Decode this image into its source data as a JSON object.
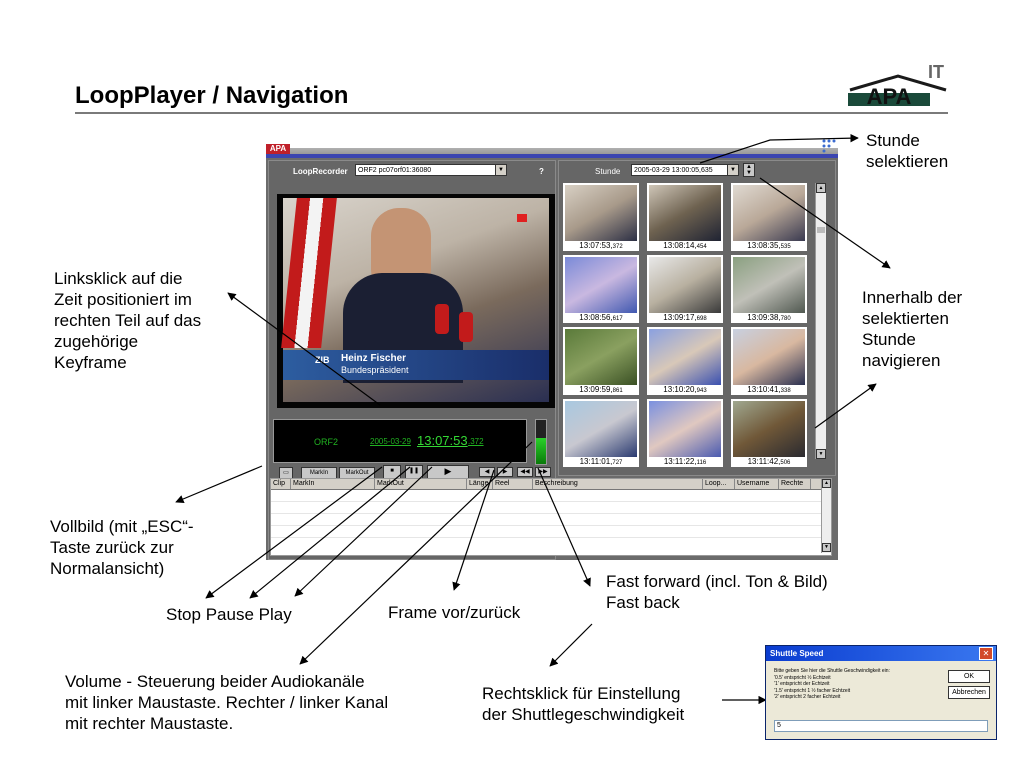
{
  "slide": {
    "title": "LoopPlayer / Navigation",
    "logo_text": "APA",
    "logo_sup": "IT"
  },
  "app": {
    "logo_text": "APA",
    "recorder_label": "LoopRecorder",
    "recorder_value": "ORF2 pc07orf01:36080",
    "help_label": "?",
    "video": {
      "name": "Heinz Fischer",
      "role": "Bundespräsident",
      "channel_logo": "ZIB"
    },
    "timebar": {
      "channel": "ORF2",
      "date": "2005-03-29",
      "time": "13:07:53",
      "ms": ".372"
    },
    "buttons": {
      "mark_in": "MarkIn",
      "mark_out": "MarkOut"
    },
    "hour_label": "Stunde",
    "hour_value": "2005-03-29 13:00:05,635",
    "thumbnails": [
      {
        "time": "13:07:53",
        "ms": "372"
      },
      {
        "time": "13:08:14",
        "ms": "454"
      },
      {
        "time": "13:08:35",
        "ms": "535"
      },
      {
        "time": "13:08:56",
        "ms": "617"
      },
      {
        "time": "13:09:17",
        "ms": "698"
      },
      {
        "time": "13:09:38",
        "ms": "780"
      },
      {
        "time": "13:09:59",
        "ms": "861"
      },
      {
        "time": "13:10:20",
        "ms": "943"
      },
      {
        "time": "13:10:41",
        "ms": "338"
      },
      {
        "time": "13:11:01",
        "ms": "727"
      },
      {
        "time": "13:11:22",
        "ms": "116"
      },
      {
        "time": "13:11:42",
        "ms": "506"
      }
    ],
    "table_headers": [
      "Clip",
      "MarkIn",
      "MarkOut",
      "Länge",
      "Reel",
      "Beschreibung",
      "Loop...",
      "Username",
      "Rechte"
    ]
  },
  "annotations": {
    "stunde": "Stunde\nselektieren",
    "innerhalb": "Innerhalb der\nselektierten\nStunde\nnavigieren",
    "linksklick": "Linksklick auf die\nZeit positioniert im\nrechten Teil auf das\nzugehörige\nKeyframe",
    "vollbild": "Vollbild (mit „ESC“-\nTaste zurück zur\nNormalansicht)",
    "stop_pause_play": "Stop Pause Play",
    "frame": "Frame vor/zurück",
    "fast": "Fast forward (incl. Ton & Bild)\nFast back",
    "volume": "Volume - Steuerung beider Audiokanäle\nmit linker Maustaste. Rechter / linker Kanal\nmit rechter Maustaste.",
    "rechtsklick": "Rechtsklick für Einstellung\nder Shuttlegeschwindigkeit"
  },
  "dialog": {
    "title": "Shuttle Speed",
    "text_lines": [
      "Bitte geben Sie hier die Shuttle Geschwindigkeit ein:",
      "'0.5' entspricht ½ Echtzeit",
      "'1' entspricht der Echtzeit",
      "'1.5' entspricht 1 ½ facher Echtzeit",
      "'2' entspricht 2 facher Echtzeit"
    ],
    "ok": "OK",
    "cancel": "Abbrechen",
    "input_value": "5"
  },
  "colors": {
    "timecode_green": "#34d834",
    "accent_blue": "#3b45b0",
    "apa_red": "#c0202a"
  }
}
